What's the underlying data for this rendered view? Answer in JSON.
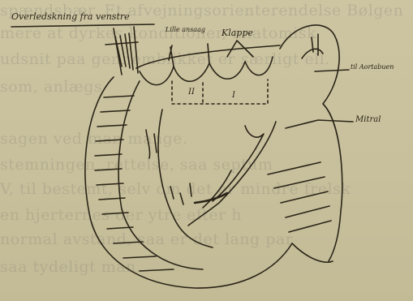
{
  "figure": {
    "caption": "",
    "labels": {
      "title": "Overledskning fra venstre",
      "left_coronary": "Lille ansaag",
      "cusps": "Klappe",
      "cusp_numerals": [
        "II",
        "I"
      ],
      "right_label": "til Aortabuen",
      "mitral": "Mitral"
    }
  },
  "background_text": {
    "lines": [
      "spændsbær. Et afvejningsorienterendelse Bølgen",
      "mere at dyrkes konditioner, anatomisk",
      "udsnit paa gennemblikket er særligt ell.",
      "som, anlægs",
      "sagen ved man mange.",
      "stemningen, rettelse, saa septum",
      "V, til bestemt, selv om det er mindre frelsk",
      "en hjerternes der ytre efter h",
      "normal avstand, saa er det lang par",
      "saa tydeligt man."
    ]
  },
  "colors": {
    "paper": "#cbc3a0",
    "ink": "#2a2418",
    "faded_text": "#8f8a7a"
  }
}
